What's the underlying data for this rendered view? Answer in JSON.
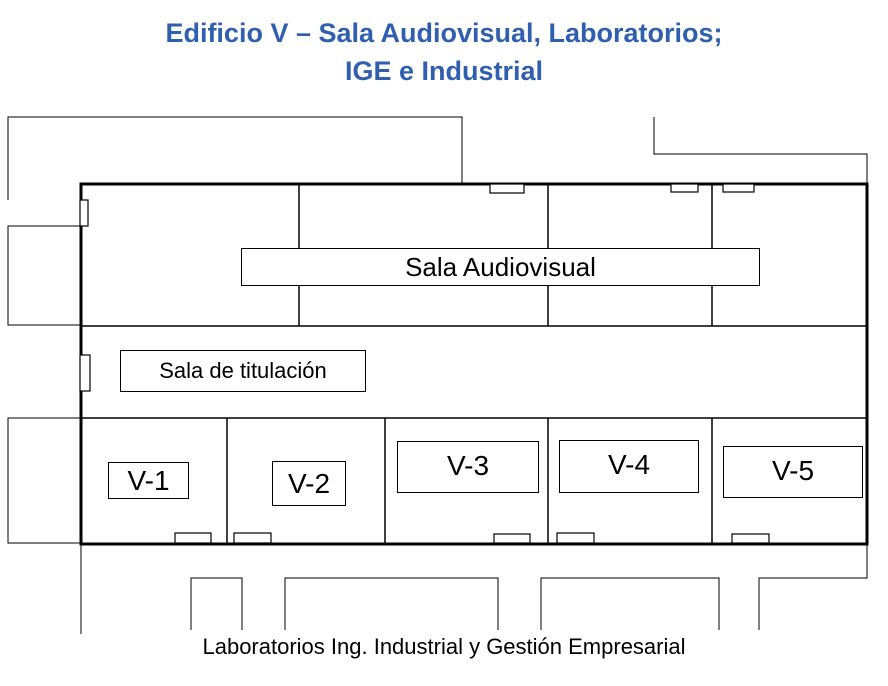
{
  "title": {
    "line1": "Edificio V – Sala Audiovisual, Laboratorios;",
    "line2": "IGE e Industrial"
  },
  "rooms": {
    "audiovisual": "Sala Audiovisual",
    "titulacion": "Sala de titulación",
    "v1": "V-1",
    "v2": "V-2",
    "v3": "V-3",
    "v4": "V-4",
    "v5": "V-5"
  },
  "footer": "Laboratorios Ing. Industrial y Gestión Empresarial",
  "colors": {
    "title": "#2f5fae",
    "lines": "#000000",
    "background": "#ffffff"
  }
}
